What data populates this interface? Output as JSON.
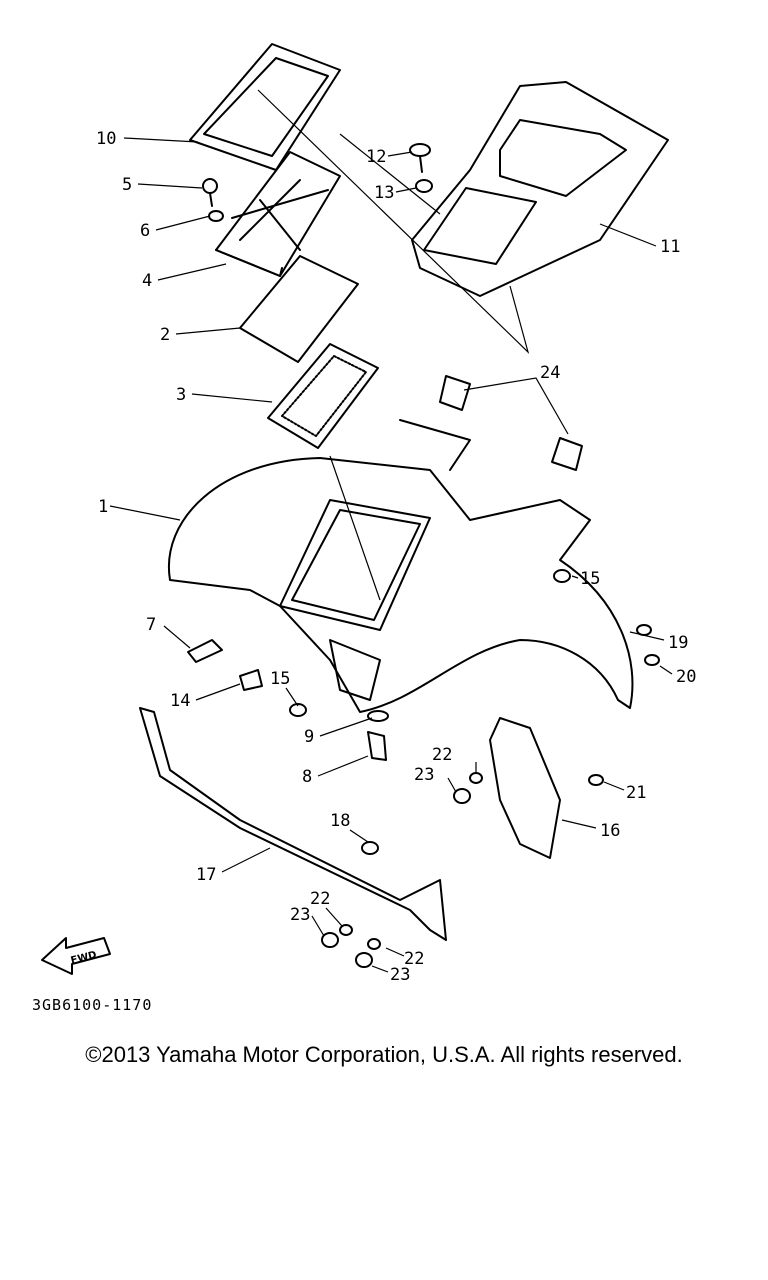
{
  "callouts": {
    "c1": "1",
    "c2": "2",
    "c3": "3",
    "c4": "4",
    "c5": "5",
    "c6": "6",
    "c7": "7",
    "c8": "8",
    "c9": "9",
    "c10": "10",
    "c11": "11",
    "c12": "12",
    "c13": "13",
    "c14": "14",
    "c15a": "15",
    "c15b": "15",
    "c16": "16",
    "c17": "17",
    "c18": "18",
    "c19": "19",
    "c20": "20",
    "c21": "21",
    "c22a": "22",
    "c22b": "22",
    "c22c": "22",
    "c23a": "23",
    "c23b": "23",
    "c23c": "23",
    "c24": "24"
  },
  "fwd_label": "FWD",
  "diagram_code": "3GB6100-1170",
  "copyright": "©2013 Yamaha Motor Corporation, U.S.A. All rights reserved."
}
